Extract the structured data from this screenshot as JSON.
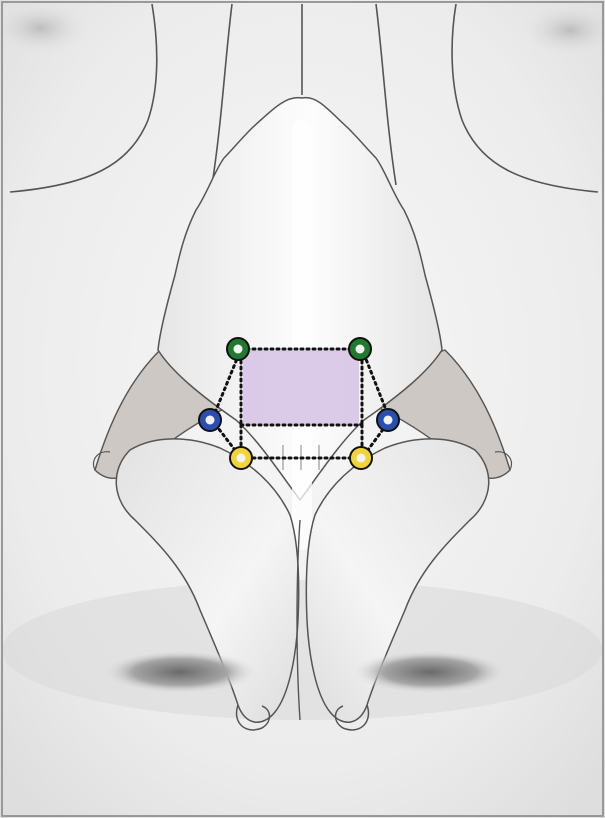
{
  "figure": {
    "subject": "frontal-view-nasal-anatomy-illustration",
    "markers": [
      {
        "name": "green-marker-left",
        "color": "#1f7a2e"
      },
      {
        "name": "green-marker-right",
        "color": "#1f7a2e"
      },
      {
        "name": "blue-marker-left",
        "color": "#2a4fb0"
      },
      {
        "name": "blue-marker-right",
        "color": "#2a4fb0"
      },
      {
        "name": "yellow-marker-left",
        "color": "#f2d535"
      },
      {
        "name": "yellow-marker-right",
        "color": "#f2d535"
      }
    ],
    "colors": {
      "background": "#f3f3f3",
      "border": "#999999",
      "outline": "#555555",
      "cartilage_dark": "#cfcac6",
      "highlighted_region": "#d7c4e6",
      "dotted_line": "#111111"
    }
  }
}
